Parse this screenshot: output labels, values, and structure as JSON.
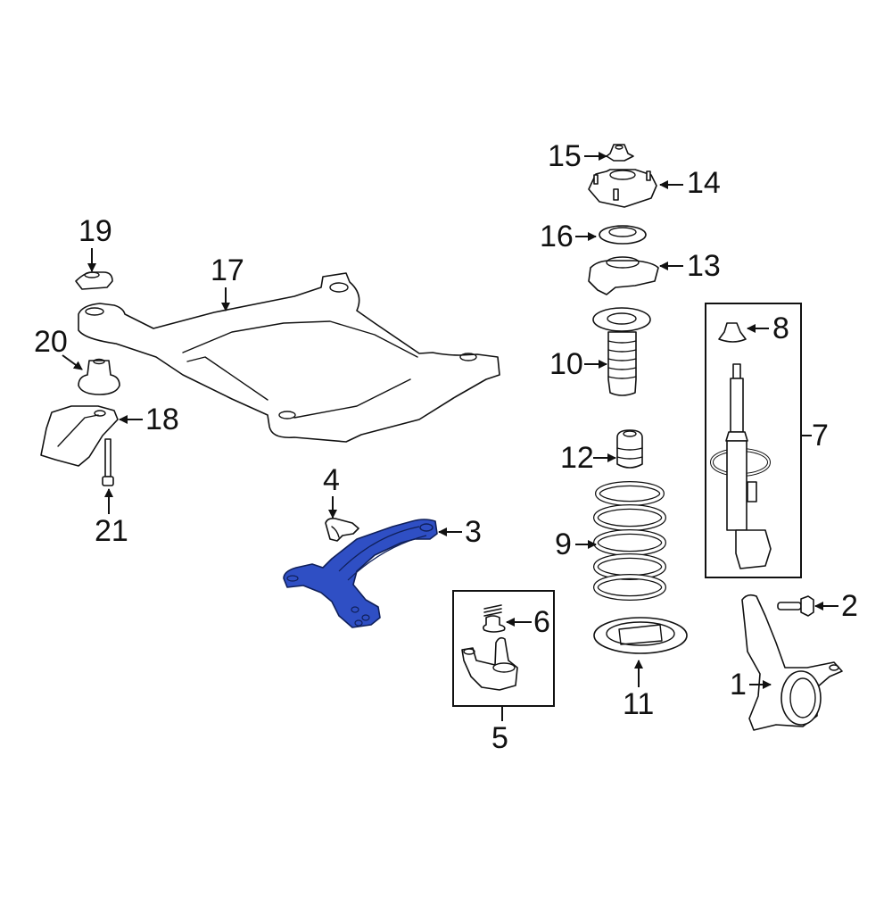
{
  "diagram": {
    "type": "exploded parts diagram",
    "subject": "Front suspension components",
    "highlight_color": "#2f4fc4",
    "highlighted_part": "3",
    "parts": [
      {
        "id": "1",
        "label": "1",
        "name": "steering knuckle"
      },
      {
        "id": "2",
        "label": "2",
        "name": "knuckle bolt"
      },
      {
        "id": "3",
        "label": "3",
        "name": "lower control arm",
        "highlighted": true
      },
      {
        "id": "4",
        "label": "4",
        "name": "control arm bracket"
      },
      {
        "id": "5",
        "label": "5",
        "name": "ball joint assembly (boxed)"
      },
      {
        "id": "6",
        "label": "6",
        "name": "ball joint nut & cotter pin"
      },
      {
        "id": "7",
        "label": "7",
        "name": "strut assembly (boxed)"
      },
      {
        "id": "8",
        "label": "8",
        "name": "strut nut"
      },
      {
        "id": "9",
        "label": "9",
        "name": "coil spring"
      },
      {
        "id": "10",
        "label": "10",
        "name": "strut boot"
      },
      {
        "id": "11",
        "label": "11",
        "name": "lower spring insulator"
      },
      {
        "id": "12",
        "label": "12",
        "name": "bump stop"
      },
      {
        "id": "13",
        "label": "13",
        "name": "upper spring seat"
      },
      {
        "id": "14",
        "label": "14",
        "name": "strut mount"
      },
      {
        "id": "15",
        "label": "15",
        "name": "strut mount nut"
      },
      {
        "id": "16",
        "label": "16",
        "name": "bearing"
      },
      {
        "id": "17",
        "label": "17",
        "name": "engine cradle / subframe"
      },
      {
        "id": "18",
        "label": "18",
        "name": "cradle brace"
      },
      {
        "id": "19",
        "label": "19",
        "name": "upper cradle bushing"
      },
      {
        "id": "20",
        "label": "20",
        "name": "lower cradle bushing"
      },
      {
        "id": "21",
        "label": "21",
        "name": "cradle bolt"
      }
    ]
  }
}
